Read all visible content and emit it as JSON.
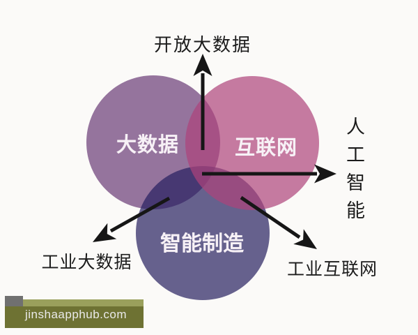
{
  "diagram": {
    "type": "venn",
    "opacity": 0.7,
    "arrow_color": "#161616",
    "outer_label_color": "#1c1c1c",
    "circle_label_color": "#f7f1f6",
    "circles": [
      {
        "id": "big-data",
        "label": "大数据",
        "fill": "#6a3a76",
        "rendered_color": "#97759f"
      },
      {
        "id": "internet",
        "label": "互联网",
        "fill": "#ae437a",
        "rendered_color": "#c67da2"
      },
      {
        "id": "smart-manufacturing",
        "label": "智能制造",
        "fill": "#271f5f",
        "rendered_color": "#68628f"
      }
    ],
    "arrows": [
      {
        "id": "up",
        "label": "开放大数据"
      },
      {
        "id": "right",
        "label": "人工智能"
      },
      {
        "id": "lower-left",
        "label": "工业大数据"
      },
      {
        "id": "lower-right",
        "label": "工业互联网"
      }
    ]
  },
  "watermark": {
    "text": "jinshaapphub.com",
    "box_color": "#6e7233",
    "strip_color": "#9aa05c",
    "chip_color": "#707070",
    "text_color": "#eaeaea"
  }
}
